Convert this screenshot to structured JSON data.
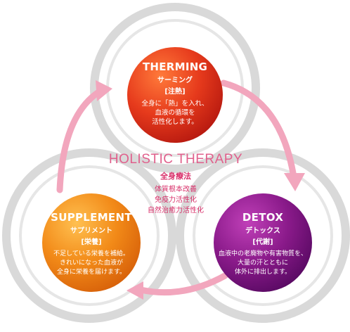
{
  "colors": {
    "thermo": "#e63a1c",
    "detox": "#8a1a8a",
    "supplement": "#f28a18",
    "arrow": "#f2a6bd",
    "accent_pink": "#d8306a",
    "ring_gray": "#d9d9d9"
  },
  "therming": {
    "title": "THERMING",
    "subtitle": "サーミング",
    "bracket": "[注熱]",
    "desc1": "全身に「熱」を入れ、",
    "desc2": "血液の循環を",
    "desc3": "活性化します。"
  },
  "detox": {
    "title": "DETOX",
    "subtitle": "デトックス",
    "bracket": "[代謝]",
    "desc1": "血液中の老廃物や有害物質を、",
    "desc2": "大量の汗とともに",
    "desc3": "体外に排出します。"
  },
  "supplement": {
    "title": "SUPPLEMENT",
    "subtitle": "サプリメント",
    "bracket": "[栄養]",
    "desc1": "不足している栄養を補給。",
    "desc2": "きれいになった血液が",
    "desc3": "全身に栄養を届けます。"
  },
  "center": {
    "title": "HOLISTIC THERAPY",
    "subtitle": "全身療法",
    "line1": "体質根本改善",
    "line2": "免疫力活性化",
    "line3": "自然治癒力活性化"
  }
}
